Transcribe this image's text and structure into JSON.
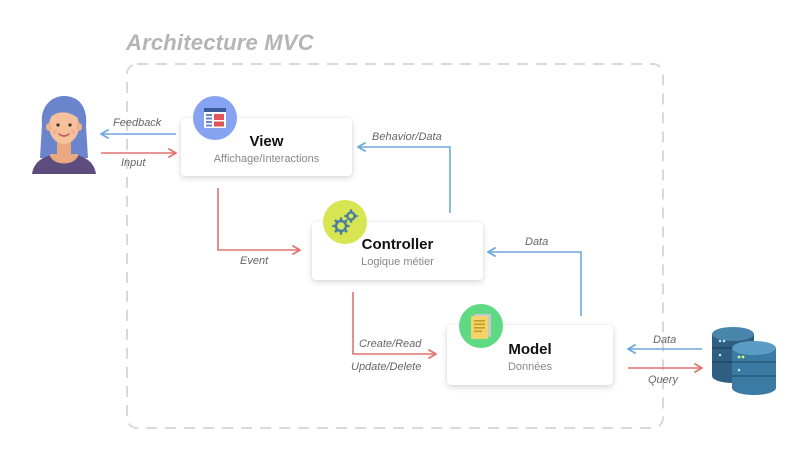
{
  "diagram": {
    "title": "Architecture MVC",
    "nodes": {
      "view": {
        "name": "View",
        "subtitle": "Affichage/Interactions"
      },
      "controller": {
        "name": "Controller",
        "subtitle": "Logique métier"
      },
      "model": {
        "name": "Model",
        "subtitle": "Données"
      }
    },
    "edges": {
      "feedback": "Feedback",
      "input": "Input",
      "behavior_data": "Behavior/Data",
      "event": "Event",
      "controller_data": "Data",
      "create_read": "Create/Read",
      "update_delete": "Update/Delete",
      "db_data": "Data",
      "query": "Query"
    },
    "icons": {
      "user": "user-avatar-icon",
      "view": "browser-window-icon",
      "controller": "gears-icon",
      "model": "document-icon",
      "database": "database-servers-icon"
    },
    "colors": {
      "response_arrow": "#6fa8dc",
      "request_arrow": "#e07470",
      "view_badge": "#86a3f1",
      "controller_badge": "#d8e552",
      "model_badge": "#5fd983"
    }
  }
}
